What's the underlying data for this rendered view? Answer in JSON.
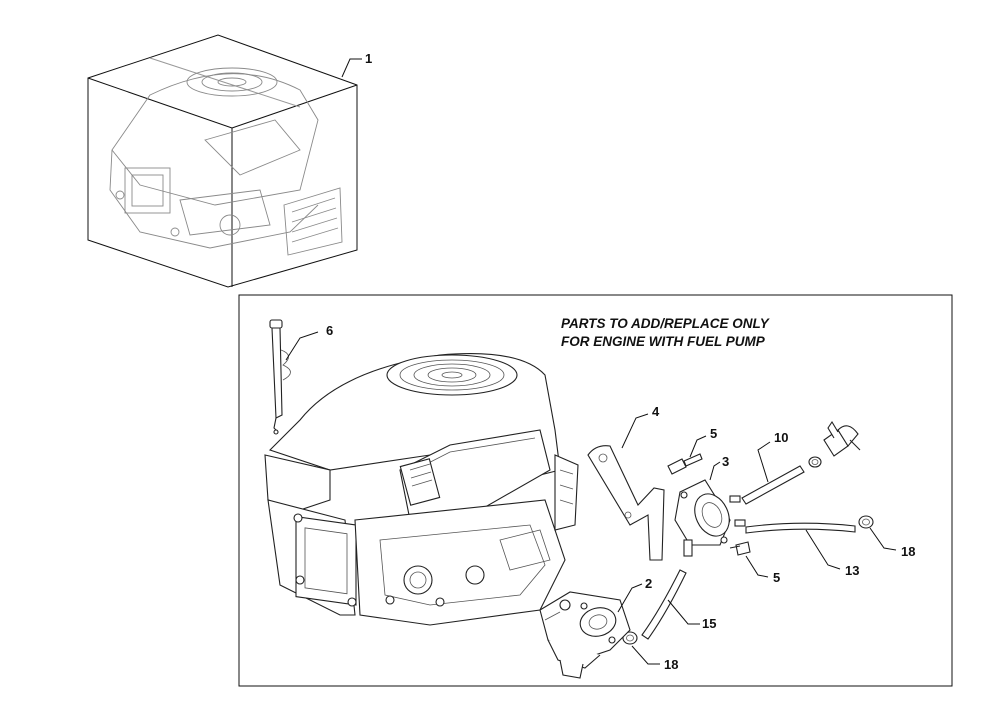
{
  "note": {
    "line1": "PARTS TO ADD/REPLACE ONLY",
    "line2": "FOR ENGINE WITH FUEL PUMP"
  },
  "callouts": {
    "c1": "1",
    "c2": "2",
    "c3": "3",
    "c4": "4",
    "c5a": "5",
    "c5b": "5",
    "c6": "6",
    "c10": "10",
    "c13": "13",
    "c15": "15",
    "c18a": "18",
    "c18b": "18"
  }
}
